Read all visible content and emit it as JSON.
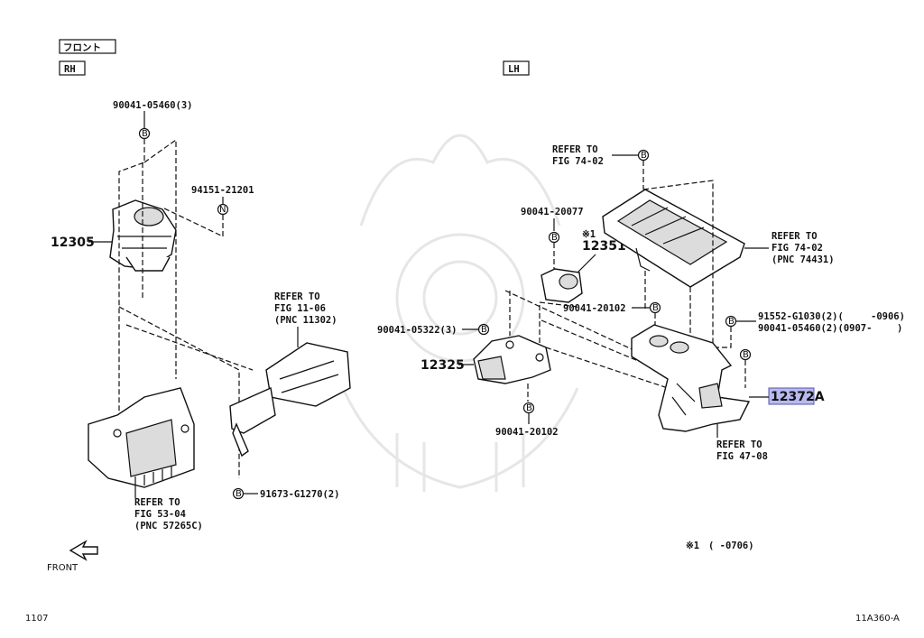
{
  "header": {
    "front_jp": "フロント",
    "rh": "RH",
    "lh": "LH"
  },
  "front_arrow_label": "FRONT",
  "footer": {
    "left_code": "1107",
    "right_code": "11A360-A"
  },
  "parts": {
    "p12305": "12305",
    "p12351": "12351",
    "p12325": "12325",
    "p12372a": "12372A",
    "bolt_05460": "90041-05460(3)",
    "bolt_21201": "94151-21201",
    "bolt_05322": "90041-05322(3)",
    "bolt_g1270": "91673-G1270(2)",
    "bolt_20077": "90041-20077",
    "bolt_20102a": "90041-20102",
    "bolt_20102b": "90041-20102",
    "bolt_g1030": "91552-G1030(2)(",
    "bolt_g1030_range": "-0906)",
    "bolt_05460b": "90041-05460(2)(0907-",
    "bolt_05460b_close": ")",
    "star1": "※1"
  },
  "refs": {
    "ref_11_06": [
      "REFER TO",
      "FIG 11-06",
      "(PNC 11302)"
    ],
    "ref_53_04": [
      "REFER TO",
      "FIG 53-04",
      "(PNC 57265C)"
    ],
    "ref_74_02a": [
      "REFER TO",
      "FIG 74-02"
    ],
    "ref_74_02b": [
      "REFER TO",
      "FIG 74-02",
      "(PNC 74431)"
    ],
    "ref_47_08": [
      "REFER TO",
      "FIG 47-08"
    ]
  },
  "note": {
    "mark": "※1",
    "text": "(      -0706)"
  },
  "symbols": {
    "b": "B",
    "n": "N"
  },
  "highlight_color": "#b9b9f0"
}
